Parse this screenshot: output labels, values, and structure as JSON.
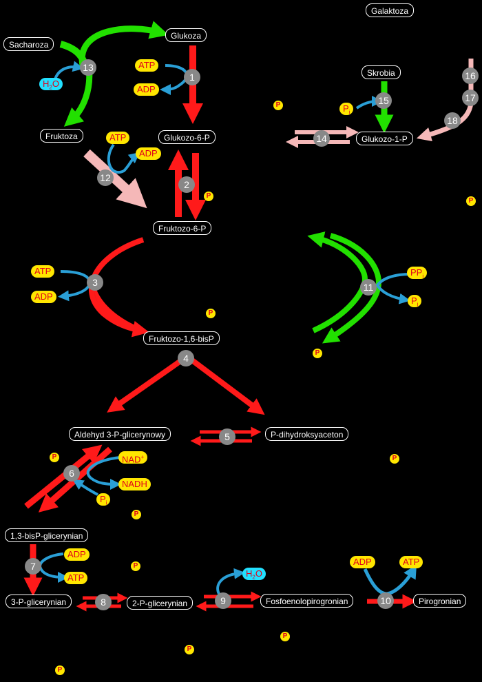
{
  "metabolites": {
    "galaktoza": "Galaktoza",
    "sacharoza": "Sacharoza",
    "glukoza": "Glukoza",
    "skrobia": "Skrobia",
    "fruktoza": "Fruktoza",
    "glukozo_6p": "Glukozo-6-P",
    "glukozo_1p": "Glukozo-1-P",
    "fruktozo_6p": "Fruktozo-6-P",
    "fruktozo_16bisp": "Fruktozo-1,6-bisP",
    "aldehyd": "Aldehyd 3-P-glicerynowy",
    "dihydroksyaceton": "P-dihydroksyaceton",
    "bisp_glicerynian": "1,3-bisP-glicerynian",
    "glicerynian_3p": "3-P-glicerynian",
    "glicerynian_2p": "2-P-glicerynian",
    "fosfoenolopirogronian": "Fosfoenolopirogronian",
    "pirogronian": "Pirogronian"
  },
  "cofactors": {
    "atp": "ATP",
    "adp": "ADP",
    "h2o_base": "H",
    "h2o_sub": "2",
    "h2o_tail": "O",
    "nad": "NAD",
    "nad_sup": "+",
    "nadh": "NADH",
    "pi_base": "P",
    "pi_sub": "i",
    "ppi_base": "PP",
    "ppi_sub": "i",
    "p": "P"
  },
  "steps": [
    "1",
    "2",
    "3",
    "4",
    "5",
    "6",
    "7",
    "8",
    "9",
    "10",
    "11",
    "12",
    "13",
    "14",
    "15",
    "16",
    "17",
    "18"
  ],
  "colors": {
    "glycolysis": "#ff1a1a",
    "alternative": "#22e000",
    "pink": "#f5b8b8",
    "cofactor_arrow": "#2a9fd6",
    "cofactor_pill": "#ffe600",
    "water_pill": "#22e0ff",
    "enzyme_circle": "#888888"
  }
}
